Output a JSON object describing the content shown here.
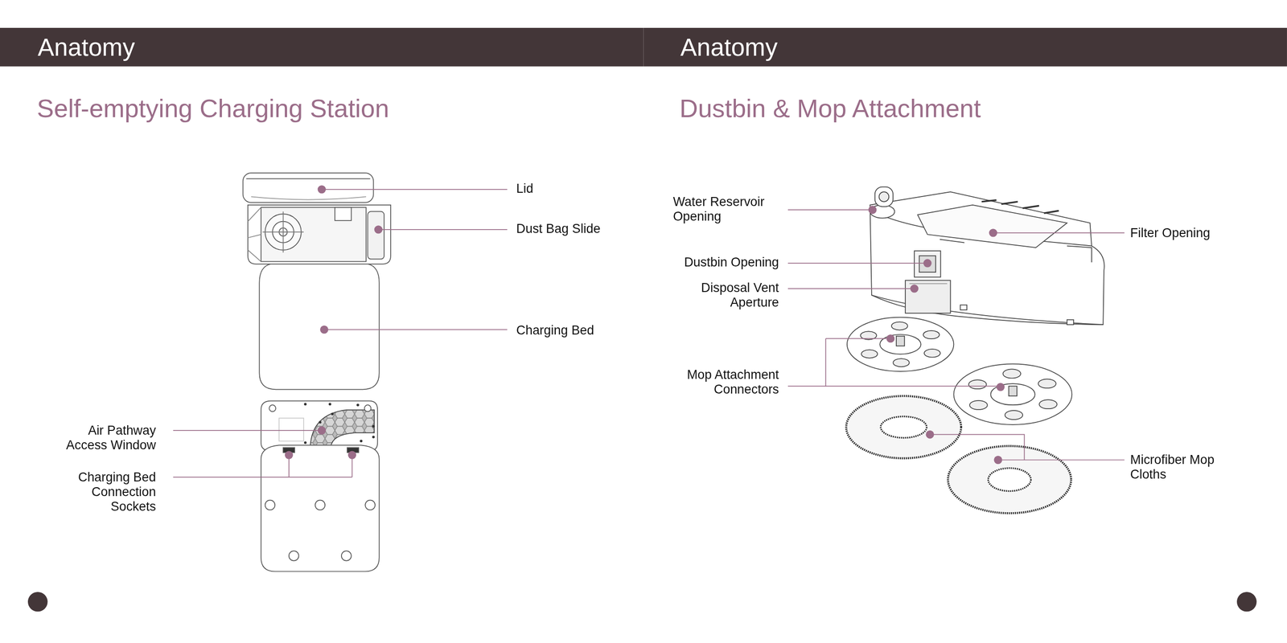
{
  "diagram": {
    "nodes": [
      {
        "text": [
          "Anatomy"
        ]
      },
      {
        "text": [
          "Anatomy"
        ]
      }
    ],
    "labels": [
      "Self-emptying Charging Station",
      "Dustbin & Mop Attachment",
      "Lid",
      "Dust Bag Slide",
      "Charging Bed",
      "Air Pathway Access Window",
      "Charging Bed Connection Sockets",
      "Water Reservoir Opening",
      "Dustbin Opening",
      "Disposal Vent Aperture",
      "Mop Attachment Connectors",
      "Filter Opening",
      "Microfiber Mop Cloths"
    ]
  }
}
